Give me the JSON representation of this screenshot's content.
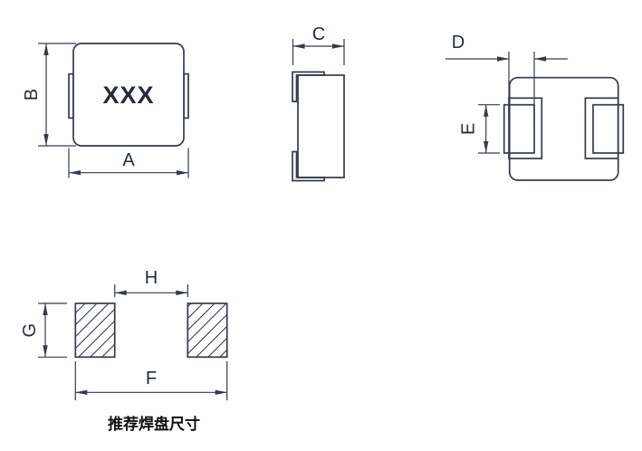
{
  "colors": {
    "line": "#343b49",
    "ink": "#252b38",
    "caption": "#111111",
    "background": "#ffffff"
  },
  "views": {
    "front": {
      "marking": "XXX",
      "dim_height": "B",
      "dim_width": "A"
    },
    "side": {
      "dim_depth": "C"
    },
    "bottom": {
      "dim_terminal_wrap": "D",
      "dim_terminal_height": "E"
    },
    "pads": {
      "dim_gap": "H",
      "dim_pad_height": "G",
      "dim_span": "F",
      "caption": "推荐焊盘尺寸"
    }
  }
}
